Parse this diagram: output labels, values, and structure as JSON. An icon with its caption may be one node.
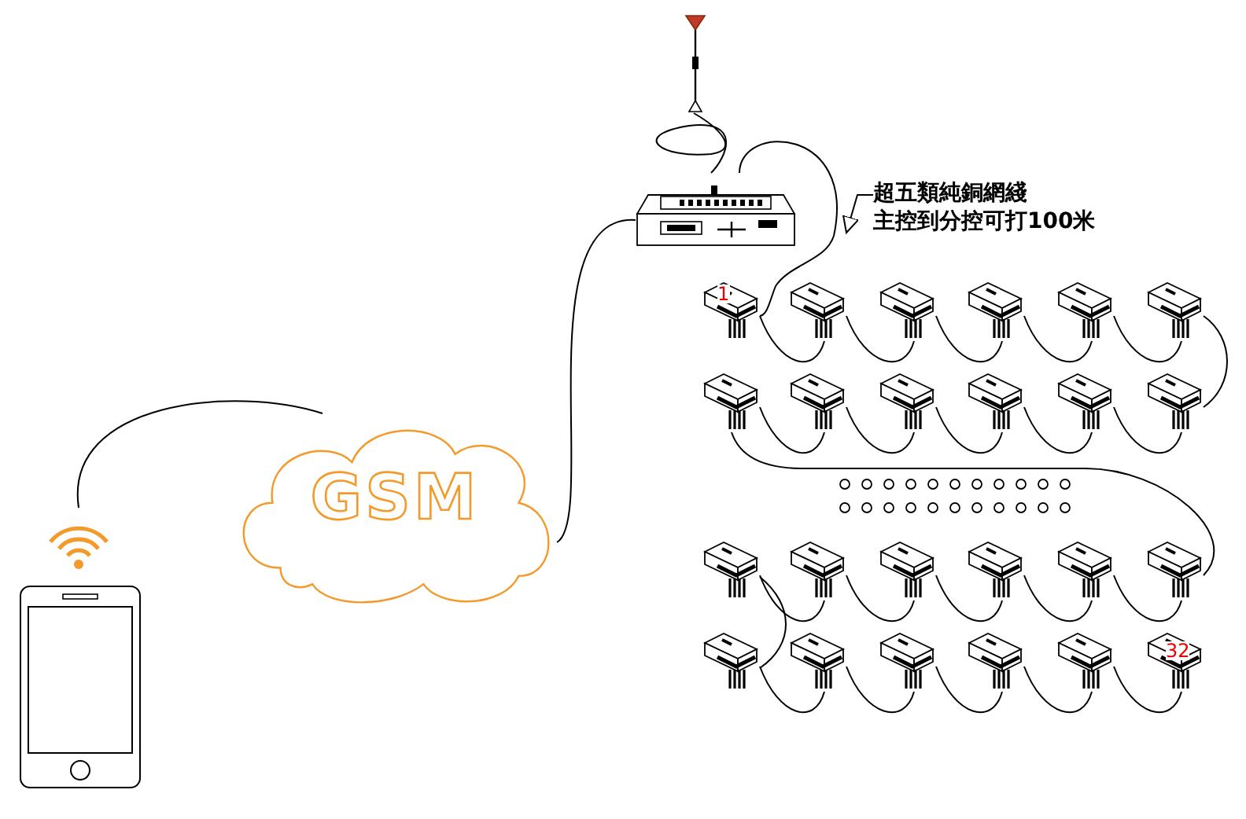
{
  "diagram": {
    "nodes": [
      {
        "text": [],
        "shape": "picture"
      },
      {
        "text": [],
        "shape": "picture"
      },
      {
        "text": [
          "超五類純銅網綫",
          "主控到分控可打100米"
        ]
      },
      {
        "text": [
          "1"
        ]
      },
      {
        "text": [],
        "shape": "picture"
      },
      {
        "text": [],
        "shape": "picture"
      },
      {
        "text": [],
        "shape": "picture"
      },
      {
        "text": [],
        "shape": "picture"
      },
      {
        "text": [],
        "shape": "picture"
      },
      {
        "text": [],
        "shape": "picture"
      },
      {
        "text": [],
        "shape": "picture"
      },
      {
        "text": [],
        "shape": "picture"
      },
      {
        "text": [],
        "shape": "picture"
      },
      {
        "text": [],
        "shape": "picture"
      },
      {
        "text": [],
        "shape": "picture"
      },
      {
        "text": [],
        "shape": "picture"
      },
      {
        "text": [],
        "shape": "picture"
      },
      {
        "text": [],
        "shape": "picture"
      },
      {
        "text": [],
        "shape": "picture"
      },
      {
        "text": [],
        "shape": "picture"
      },
      {
        "text": [],
        "shape": "picture"
      },
      {
        "text": [],
        "shape": "picture"
      },
      {
        "text": [],
        "shape": "picture"
      },
      {
        "text": [],
        "shape": "picture"
      },
      {
        "text": [],
        "shape": "picture"
      },
      {
        "text": [],
        "shape": "picture"
      },
      {
        "text": [
          "32"
        ]
      },
      {
        "text": [
          "GSM"
        ]
      },
      {
        "text": [],
        "shape": "picture"
      },
      {
        "text": [],
        "shape": "picture"
      }
    ],
    "edges": [
      {
        "from": 0,
        "to": 1,
        "arrow": "none"
      },
      {
        "from": 1,
        "to": 27,
        "arrow": "none"
      },
      {
        "from": 28,
        "to": 27,
        "arrow": "none"
      },
      {
        "from": 1,
        "to": 3,
        "arrow": "none"
      },
      {
        "from": 3,
        "to": 4,
        "arrow": "none"
      },
      {
        "from": 4,
        "to": 5,
        "arrow": "none"
      },
      {
        "from": 5,
        "to": 6,
        "arrow": "none"
      },
      {
        "from": 6,
        "to": 7,
        "arrow": "none"
      },
      {
        "from": 7,
        "to": 8,
        "arrow": "none"
      },
      {
        "from": 8,
        "to": 14,
        "arrow": "none"
      },
      {
        "from": 14,
        "to": 13,
        "arrow": "none"
      },
      {
        "from": 13,
        "to": 12,
        "arrow": "none"
      },
      {
        "from": 12,
        "to": 11,
        "arrow": "none"
      },
      {
        "from": 11,
        "to": 10,
        "arrow": "none"
      },
      {
        "from": 10,
        "to": 9,
        "arrow": "none"
      },
      {
        "from": 9,
        "to": 20,
        "arrow": "none"
      },
      {
        "from": 20,
        "to": 19,
        "arrow": "none"
      },
      {
        "from": 19,
        "to": 18,
        "arrow": "none"
      },
      {
        "from": 18,
        "to": 17,
        "arrow": "none"
      },
      {
        "from": 17,
        "to": 16,
        "arrow": "none"
      },
      {
        "from": 16,
        "to": 15,
        "arrow": "none"
      },
      {
        "from": 15,
        "to": 21,
        "arrow": "none"
      },
      {
        "from": 21,
        "to": 22,
        "arrow": "none"
      },
      {
        "from": 22,
        "to": 23,
        "arrow": "none"
      },
      {
        "from": 23,
        "to": 24,
        "arrow": "none"
      },
      {
        "from": 24,
        "to": 25,
        "arrow": "none"
      },
      {
        "from": 25,
        "to": 26,
        "arrow": "none"
      },
      {
        "from": 2,
        "to": null,
        "arrow": "to"
      }
    ]
  }
}
